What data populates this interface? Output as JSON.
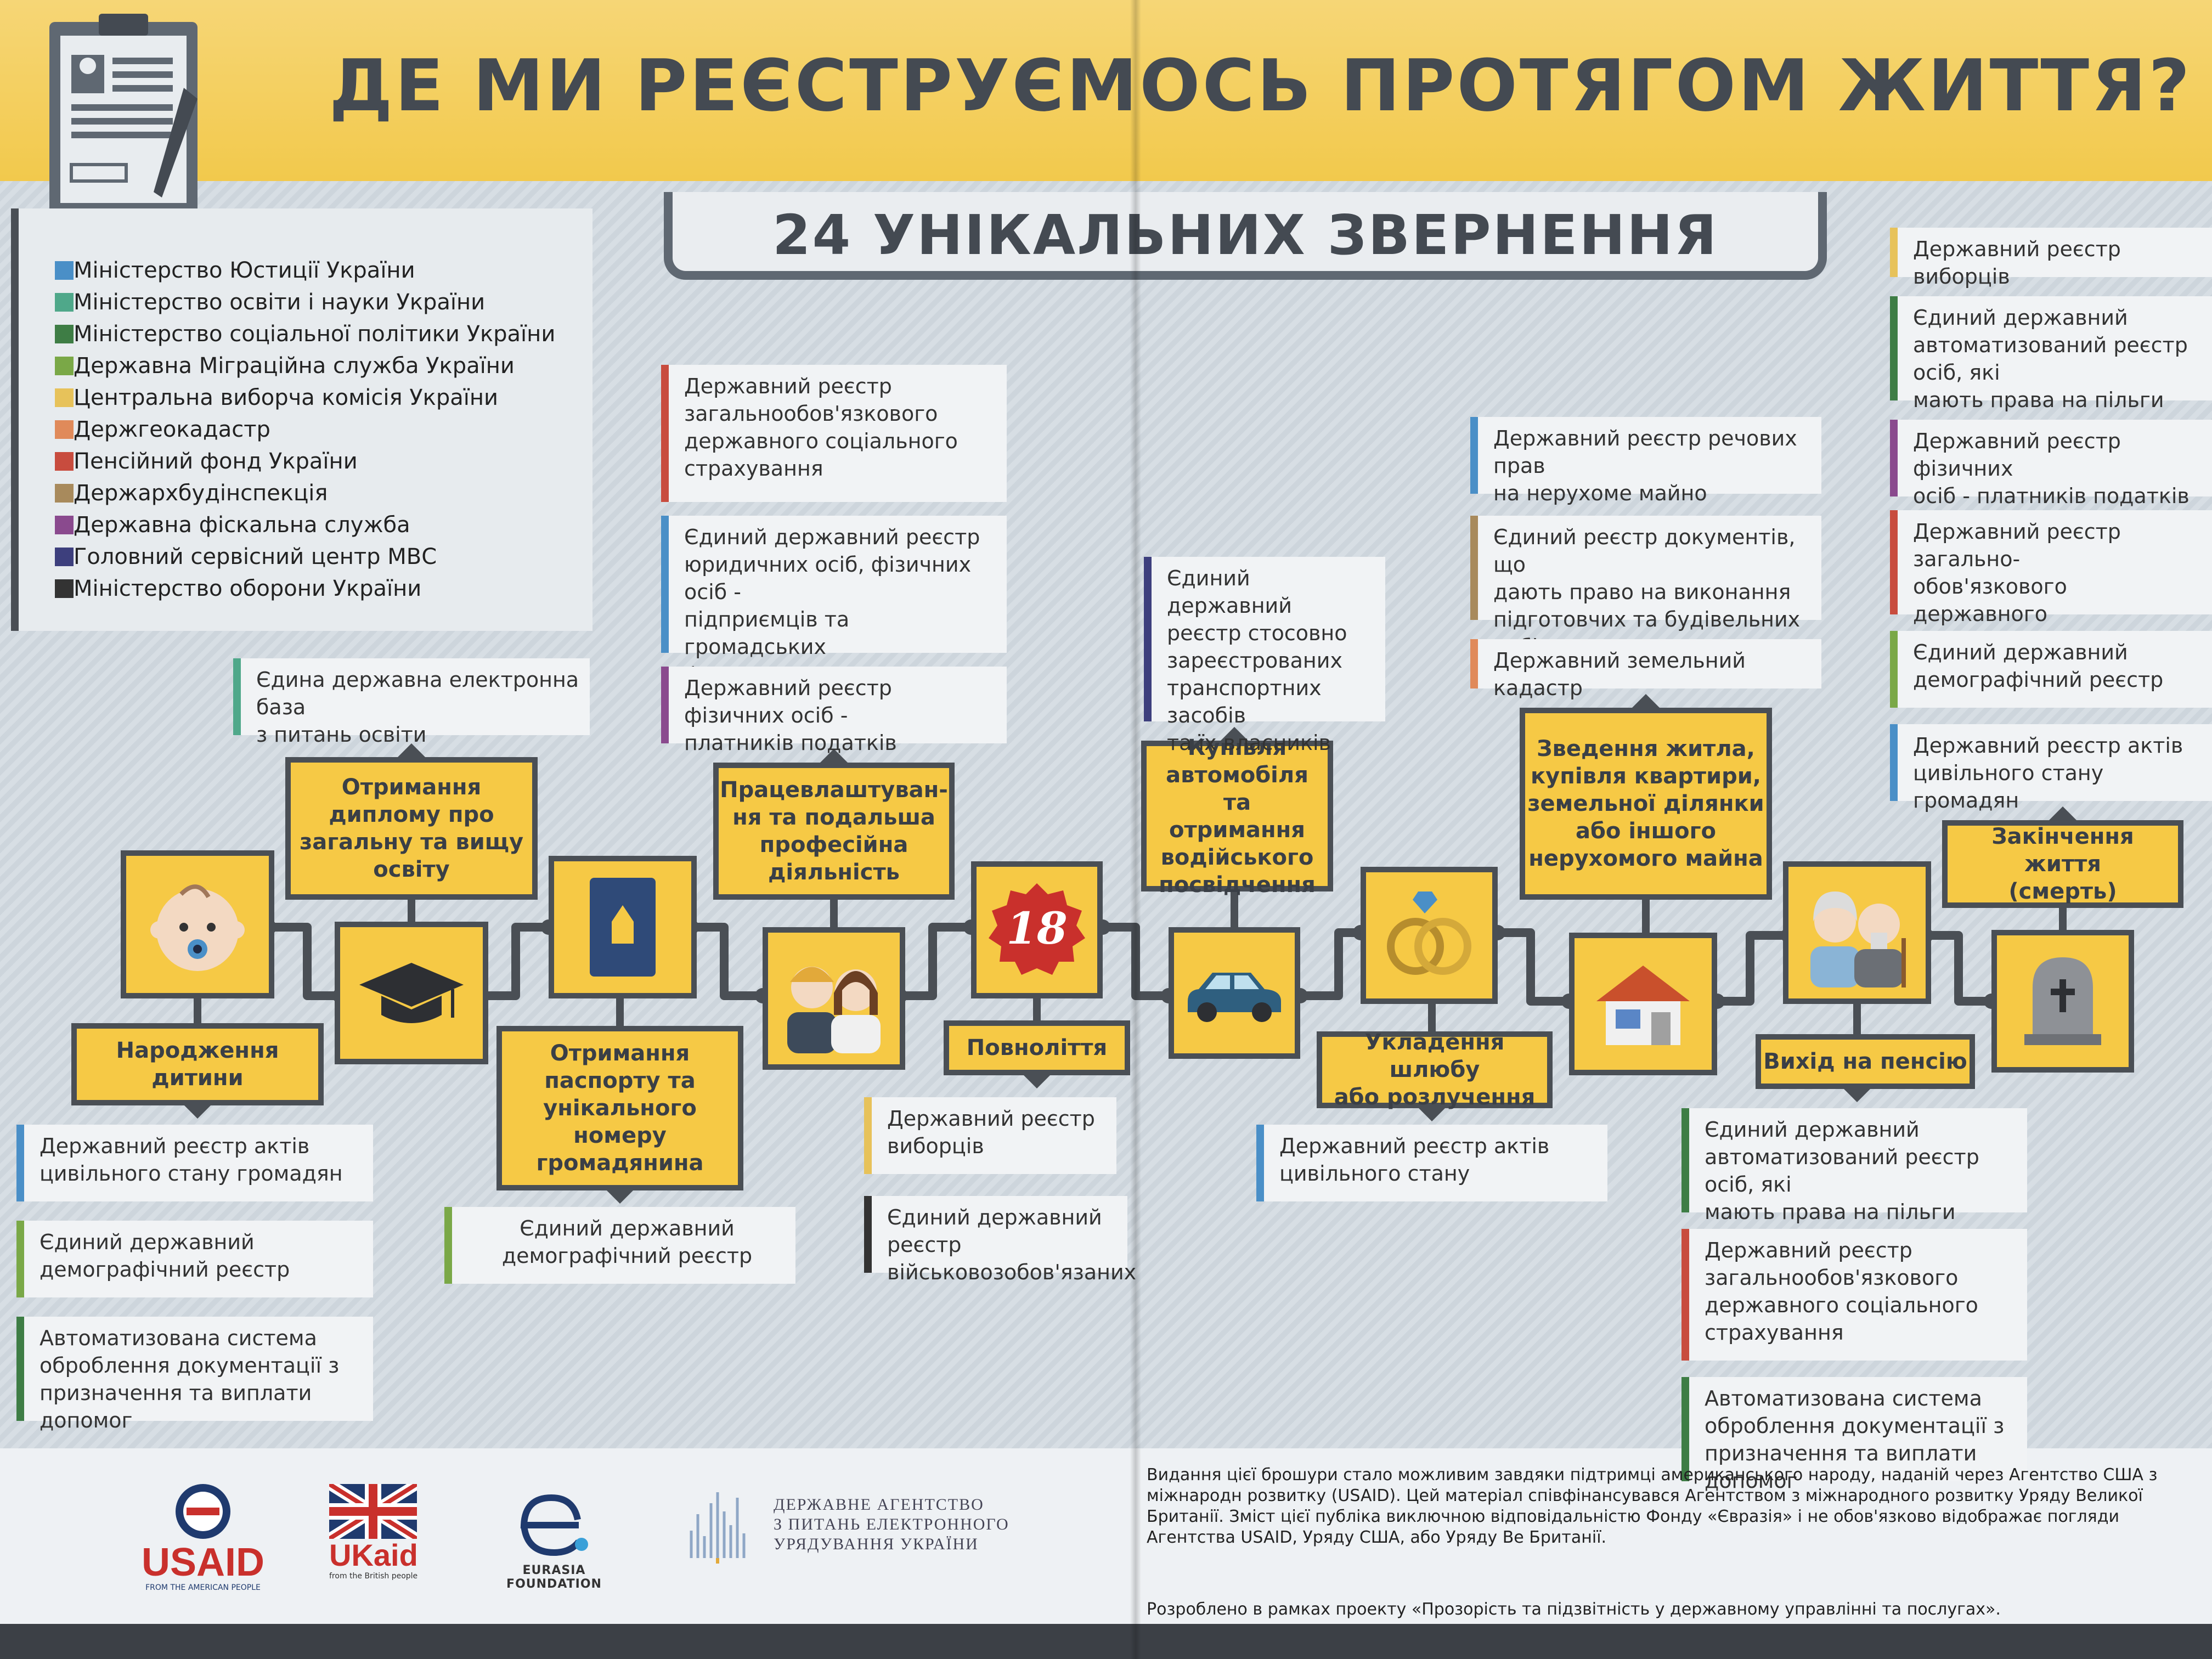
{
  "title": "ДЕ МИ РЕЄСТРУЄМОСЬ ПРОТЯГОМ ЖИТТЯ?",
  "subtitle": "24 УНІКАЛЬНИХ ЗВЕРНЕННЯ",
  "legend": [
    {
      "label": "Міністерство Юстиції України",
      "color": "#4a8fc7"
    },
    {
      "label": "Міністерство освіти і науки України",
      "color": "#4fa88a"
    },
    {
      "label": "Міністерство соціальної політики України",
      "color": "#3e7d45"
    },
    {
      "label": "Державна Міграційна служба України",
      "color": "#7aa847"
    },
    {
      "label": "Центральна виборча комісія України",
      "color": "#e7c25a"
    },
    {
      "label": "Держгеокадастр",
      "color": "#e08a5a"
    },
    {
      "label": "Пенсійний фонд України",
      "color": "#c84c3e"
    },
    {
      "label": "Держархбудінспекція",
      "color": "#a88a5c"
    },
    {
      "label": "Державна фіскальна служба",
      "color": "#8a4a8e"
    },
    {
      "label": "Головний сервісний центр МВС",
      "color": "#3d3f7d"
    },
    {
      "label": "Міністерство оборони України",
      "color": "#333333"
    }
  ],
  "events": {
    "birth": "Народження\nдитини",
    "diploma": "Отримання\nдипломy про\nзагальну та вищу\nосвіту",
    "passport": "Отримання\nпаспорту та\nунікального\nномеру\nгромадянина",
    "employment": "Працевлаштуван-\nня та подальша\nпрофесійна\nдіяльність",
    "adult": "Повноліття",
    "car": "Купівля\nавтомобіля та\nотримання\nводійського\nпосвідчення",
    "marriage": "Укладення шлюбу\nабо розлучення",
    "housing": "Зведення житла,\nкупівля квартири,\nземельної ділянки\nабо іншого\nнерухомого майна",
    "retirement": "Вихід на пенсію",
    "death": "Закінчення життя\n(смерть)"
  },
  "adult_badge": "18",
  "cards": {
    "edu_db": "Єдина державна електронна база\nз питань освіти",
    "social_ins_1": "Державний реєстр\nзагальнообов'язкового\nдержавного соціального\nстрахування",
    "legal_entities": "Єдиний державний реєстр\nюридичних осіб, фізичних осіб -\nпідприємців та громадських\nформувань",
    "taxpayers_1": "Державний реєстр фізичних осіб -\nплатників податків",
    "vehicles": "Єдиний державний\nреєстр стосовно\nзареєстрованих\nтранспортних засобів\nта їх власників",
    "property_rights": "Державний реєстр речових прав\nна нерухоме майно",
    "construction_docs": "Єдиний реєстр документів, що\nдають право на виконання\nпідготовчих та будівельних робіт",
    "land_cadastre": "Державний земельний кадастр",
    "voters_1": "Державний реєстр виборців",
    "benefits_1": "Єдиний державний\nавтоматизований реєстр осіб, які\nмають права на пільги",
    "taxpayers_2": "Державний реєстр фізичних\nосіб - платників податків",
    "social_ins_2": "Державний реєстр загально-\nобов'язкового державного\nсоціального страхування",
    "demographic_1": "Єдиний державний\nдемографічний реєстр",
    "civil_status_1": "Державний реєстр актів\nцивільного стану громадян",
    "civil_status_2": "Державний реєстр актів\nцивільного стану громадян",
    "demographic_2": "Єдиний державний\nдемографічний реєстр",
    "assistance_1": "Автоматизована система\nоброблення документації з\nпризначення та виплати допомог",
    "demographic_3": "Єдиний державний\nдемографічний реєстр",
    "voters_2": "Державний реєстр\nвиборців",
    "military": "Єдиний державний реєстр\nвійськовозобов'язаних",
    "civil_status_3": "Державний реєстр актів\nцивільного стану",
    "benefits_2": "Єдиний державний\nавтоматизований реєстр осіб, які\nмають права на пільги",
    "social_ins_3": "Державний реєстр\nзагальнообов'язкового\nдержавного соціального\nстрахування",
    "assistance_2": "Автоматизована система\nоброблення документації з\nпризначення та виплати допомог"
  },
  "logos": {
    "usaid": "USAID",
    "usaid_sub": "FROM THE AMERICAN PEOPLE",
    "ukaid": "UKaid",
    "ukaid_sub": "from the British people",
    "eurasia": "EURASIA FOUNDATION",
    "agency": "ДЕРЖАВНЕ АГЕНТСТВО\nЗ ПИТАНЬ ЕЛЕКТРОННОГО\nУРЯДУВАННЯ УКРАЇНИ"
  },
  "footer": {
    "text1": "Видання цієї брошури стало можливим завдяки підтримці американського народу, наданій через Агентство США з міжнародн розвитку (USAID). Цей матеріал співфінансувався Агентством з міжнародного розвитку Уряду Великої Британії. Зміст цієї публіка виключною відповідальністю Фонду «Євразія» і не обов'язково відображає погляди Агентства USAID, Уряду США, або Уряду Ве Британії.",
    "text2": "Розроблено в рамках проекту «Прозорість та підзвітність у державному управлінні та послугах»."
  }
}
